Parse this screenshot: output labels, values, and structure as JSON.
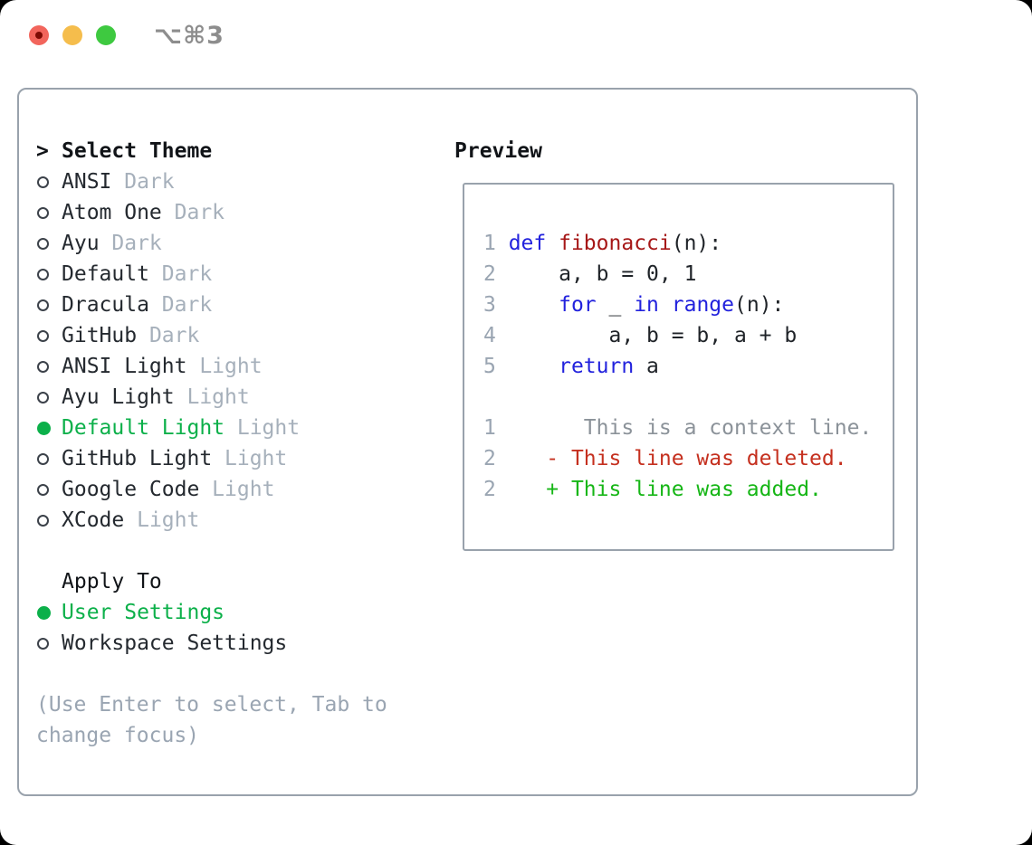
{
  "window": {
    "shortcut_label": "⌥⌘3"
  },
  "theme_selector": {
    "title": "Select Theme",
    "cursor": ">",
    "items": [
      {
        "name": "ANSI",
        "variant": "Dark",
        "selected": false
      },
      {
        "name": "Atom One",
        "variant": "Dark",
        "selected": false
      },
      {
        "name": "Ayu",
        "variant": "Dark",
        "selected": false
      },
      {
        "name": "Default",
        "variant": "Dark",
        "selected": false
      },
      {
        "name": "Dracula",
        "variant": "Dark",
        "selected": false
      },
      {
        "name": "GitHub",
        "variant": "Dark",
        "selected": false
      },
      {
        "name": "ANSI Light",
        "variant": "Light",
        "selected": false
      },
      {
        "name": "Ayu Light",
        "variant": "Light",
        "selected": false
      },
      {
        "name": "Default Light",
        "variant": "Light",
        "selected": true
      },
      {
        "name": "GitHub Light",
        "variant": "Light",
        "selected": false
      },
      {
        "name": "Google Code",
        "variant": "Light",
        "selected": false
      },
      {
        "name": "XCode",
        "variant": "Light",
        "selected": false
      }
    ],
    "apply_to": {
      "title": "Apply To",
      "options": [
        {
          "name": "User Settings",
          "selected": true
        },
        {
          "name": "Workspace Settings",
          "selected": false
        }
      ]
    },
    "hint": "(Use Enter to select, Tab to change focus)"
  },
  "preview": {
    "title": "Preview",
    "code_lines": [
      {
        "num": "1",
        "segments": [
          {
            "text": "def",
            "color": "keyword"
          },
          {
            "text": " ",
            "color": "plain"
          },
          {
            "text": "fibonacci",
            "color": "function"
          },
          {
            "text": "(n):",
            "color": "plain"
          }
        ]
      },
      {
        "num": "2",
        "segments": [
          {
            "text": "    a, b = 0, 1",
            "color": "plain"
          }
        ]
      },
      {
        "num": "3",
        "segments": [
          {
            "text": "    ",
            "color": "plain"
          },
          {
            "text": "for",
            "color": "keyword"
          },
          {
            "text": " _ ",
            "color": "plain"
          },
          {
            "text": "in",
            "color": "keyword"
          },
          {
            "text": " ",
            "color": "plain"
          },
          {
            "text": "range",
            "color": "keyword"
          },
          {
            "text": "(n):",
            "color": "plain"
          }
        ]
      },
      {
        "num": "4",
        "segments": [
          {
            "text": "        a, b = b, a + b",
            "color": "plain"
          }
        ]
      },
      {
        "num": "5",
        "segments": [
          {
            "text": "    ",
            "color": "plain"
          },
          {
            "text": "return",
            "color": "keyword"
          },
          {
            "text": " a",
            "color": "plain"
          }
        ]
      },
      {
        "num": "",
        "segments": []
      },
      {
        "num": "1",
        "segments": [
          {
            "text": "      This is a context line.",
            "color": "context"
          }
        ]
      },
      {
        "num": "2",
        "segments": [
          {
            "text": "   - This line was deleted.",
            "color": "deleted"
          }
        ]
      },
      {
        "num": "2",
        "segments": [
          {
            "text": "   + This line was added.",
            "color": "added"
          }
        ]
      }
    ]
  },
  "colors": {
    "selection_green": "#0cb04a",
    "keyword_blue": "#2222dd",
    "function_red": "#a61717",
    "deleted_red": "#c5301f",
    "added_green": "#16b616",
    "context_gray": "#8b9299",
    "line_number_gray": "#9aa5b2",
    "variant_gray": "#a6b0bb",
    "hint_gray": "#9aa5b2",
    "panel_border": "#99a2ac",
    "traffic_red": "#f2655c",
    "traffic_yellow": "#f5bd4c",
    "traffic_green": "#3ec940"
  }
}
